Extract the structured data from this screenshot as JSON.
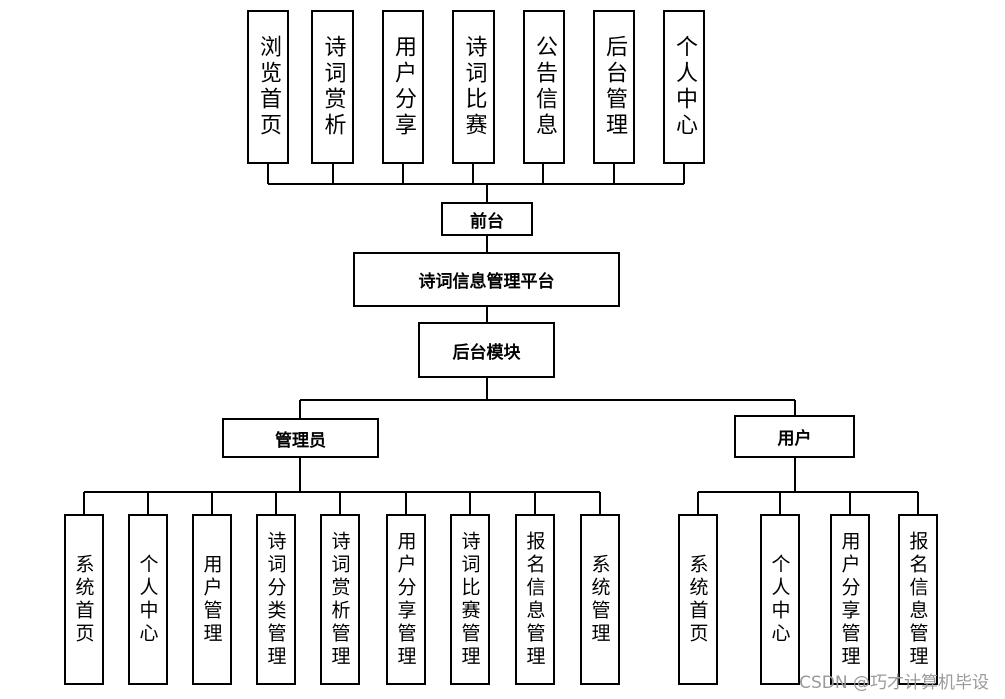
{
  "title": "诗词信息管理平台",
  "front": {
    "label": "前台",
    "items": [
      "浏览首页",
      "诗词赏析",
      "用户分享",
      "诗词比赛",
      "公告信息",
      "后台管理",
      "个人中心"
    ]
  },
  "backend": {
    "label": "后台模块"
  },
  "admin": {
    "label": "管理员",
    "items": [
      "系统首页",
      "个人中心",
      "用户管理",
      "诗词分类管理",
      "诗词赏析管理",
      "用户分享管理",
      "诗词比赛管理",
      "报名信息管理",
      "系统管理"
    ]
  },
  "user": {
    "label": "用户",
    "items": [
      "系统首页",
      "个人中心",
      "用户分享管理",
      "报名信息管理"
    ]
  },
  "watermark": "CSDN @巧才计算机毕设"
}
